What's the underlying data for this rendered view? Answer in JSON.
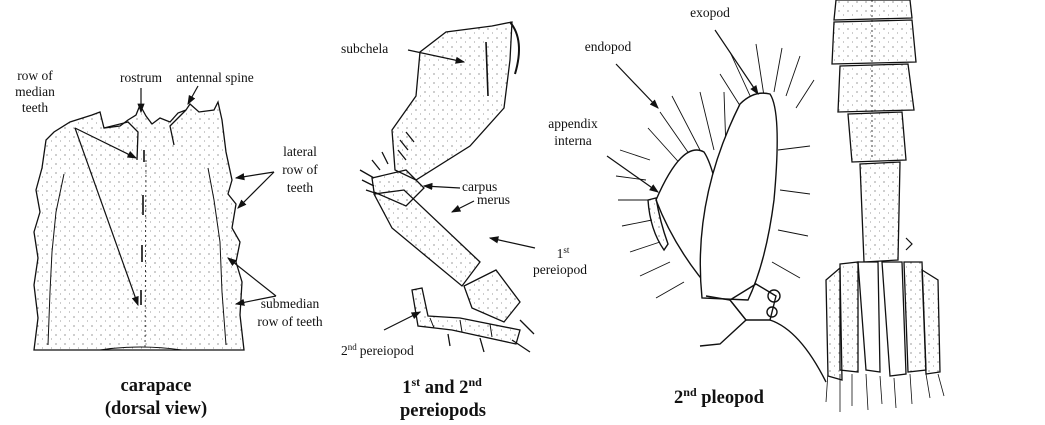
{
  "labels": {
    "rostrum": "rostrum",
    "median_teeth": [
      "row of",
      "median",
      "teeth"
    ],
    "antennal_spine": "antennal spine",
    "lateral_row": [
      "lateral",
      "row of",
      "teeth"
    ],
    "submedian_row": [
      "submedian",
      "row of teeth"
    ],
    "subchela": "subchela",
    "carpus": "carpus",
    "merus": "merus",
    "first_pereiopod": {
      "num": "1",
      "sup": "st",
      "word": "pereiopod"
    },
    "second_pereiopod": {
      "num": "2",
      "sup": "nd",
      "word": "pereiopod"
    },
    "endopod": "endopod",
    "exopod": "exopod",
    "appendix_interna": [
      "appendix",
      "interna"
    ]
  },
  "captions": {
    "carapace": [
      "carapace",
      "(dorsal view)"
    ],
    "pereiopods": {
      "a": "1",
      "a_sup": "st",
      "mid": " and 2",
      "b_sup": "nd",
      "line2": "pereiopods"
    },
    "pleopod": {
      "num": "2",
      "sup": "nd",
      "word": " pleopod"
    }
  }
}
